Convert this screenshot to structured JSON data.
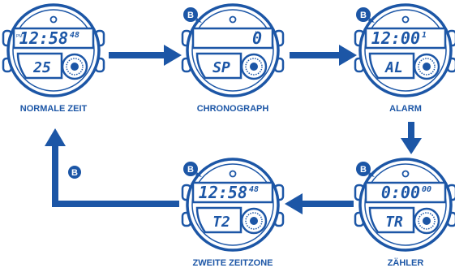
{
  "colors": {
    "primary": "#1c56a6",
    "background": "#ffffff"
  },
  "modes": [
    {
      "id": "normal",
      "label": "NORMALE ZEIT",
      "time_main": "12:58",
      "time_sub": "48",
      "lower_text": "25",
      "prefix": "PM",
      "has_b_badge": false
    },
    {
      "id": "chrono",
      "label": "CHRONOGRAPH",
      "time_main": "0",
      "time_sub": "\"",
      "lower_text": "SP",
      "prefix": "",
      "has_b_badge": true
    },
    {
      "id": "alarm",
      "label": "ALARM",
      "time_main": "12:00",
      "time_sub": "1",
      "lower_text": "AL",
      "prefix": "",
      "has_b_badge": true
    },
    {
      "id": "timer",
      "label": "ZÄHLER",
      "time_main": "0:00",
      "time_sub": "00",
      "lower_text": "TR",
      "prefix": "",
      "has_b_badge": true
    },
    {
      "id": "worldtime",
      "label": "ZWEITE ZEITZONE",
      "time_main": "12:58",
      "time_sub": "48",
      "lower_text": "T2",
      "prefix": "",
      "has_b_badge": true
    }
  ],
  "return_arrow": {
    "badge": "B"
  },
  "badge_letter": "B"
}
